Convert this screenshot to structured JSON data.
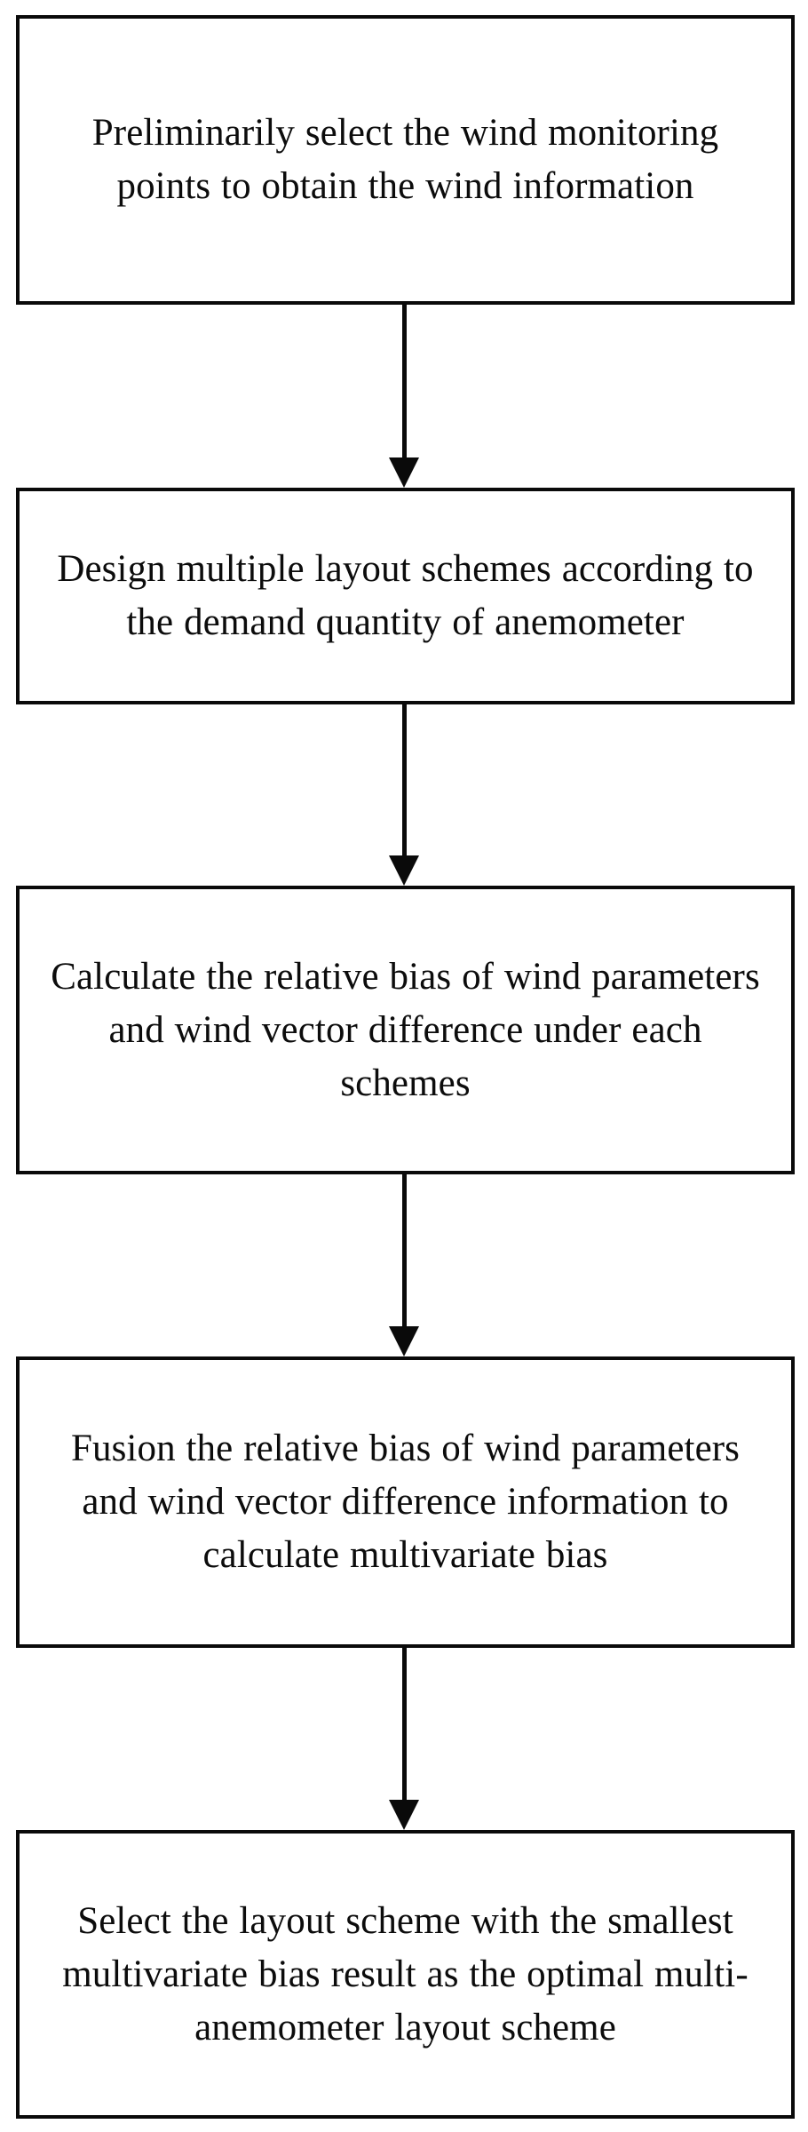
{
  "diagram": {
    "type": "flowchart",
    "orientation": "vertical",
    "background_color": "#ffffff",
    "box_border_color": "#0a0a0a",
    "text_color": "#0c0c0c",
    "nodes": [
      {
        "id": "step-1",
        "text": "Preliminarily select the wind monitoring points to obtain the wind information"
      },
      {
        "id": "step-2",
        "text": "Design multiple layout schemes according to the demand quantity of anemometer"
      },
      {
        "id": "step-3",
        "text": "Calculate the relative bias of wind parameters and wind vector difference under each schemes"
      },
      {
        "id": "step-4",
        "text": "Fusion the relative bias of wind parameters and wind vector difference information to calculate multivariate bias"
      },
      {
        "id": "step-5",
        "text": "Select the layout scheme with the smallest multivariate bias result as the optimal multi-anemometer layout scheme"
      }
    ],
    "connectors": [
      {
        "id": "edge-1-2",
        "from": "step-1",
        "to": "step-2",
        "label": ""
      },
      {
        "id": "edge-2-3",
        "from": "step-2",
        "to": "step-3",
        "label": ""
      },
      {
        "id": "edge-3-4",
        "from": "step-3",
        "to": "step-4",
        "label": ""
      },
      {
        "id": "edge-4-5",
        "from": "step-4",
        "to": "step-5",
        "label": ""
      }
    ]
  }
}
